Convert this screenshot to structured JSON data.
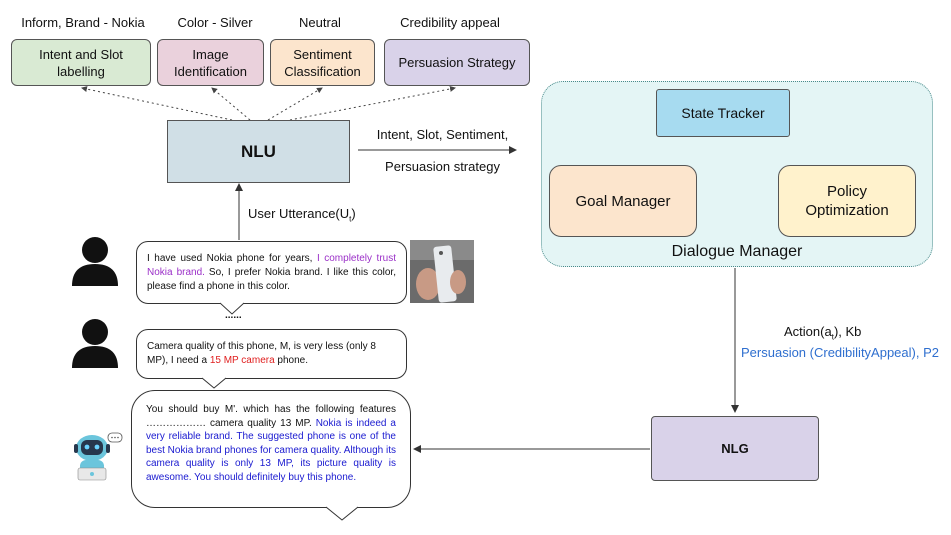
{
  "nlu_outputs": {
    "intent_label": "Inform, Brand - Nokia",
    "intent_box": "Intent and Slot labelling",
    "image_label": "Color - Silver",
    "image_box": "Image Identification",
    "sentiment_label": "Neutral",
    "sentiment_box": "Sentiment Classification",
    "persuasion_label": "Credibility appeal",
    "persuasion_box": "Persuasion Strategy"
  },
  "nlu": {
    "label": "NLU"
  },
  "nlu_to_dm": {
    "line1": "Intent, Slot, Sentiment,",
    "line2": "Persuasion strategy"
  },
  "user_utterance": {
    "text": "User Utterance(U",
    "subscript": "t",
    "suffix": ")"
  },
  "dialogue_manager": {
    "title": "Dialogue Manager",
    "state_tracker": "State Tracker",
    "goal_manager": "Goal Manager",
    "policy_optimization": "Policy Optimization"
  },
  "dm_to_nlg": {
    "action_text": "Action(a",
    "action_sub": "t",
    "action_suffix": "), Kb",
    "persuasion_text": "Persuasion (CredibilityAppeal), P2"
  },
  "nlg": {
    "label": "NLG"
  },
  "user_message_1": {
    "part1": "I have used Nokia phone for years, ",
    "highlight": "I completely trust Nokia brand.",
    "part2": " So, I prefer Nokia brand.  I like this color, please find a phone in this color."
  },
  "ellipsis": "......",
  "user_message_2": {
    "part1": "Camera quality of this phone, M,  is very less (only 8 MP), I need a ",
    "highlight": "15 MP camera",
    "part2": " phone."
  },
  "bot_message": {
    "part1": "You should buy M'. which has the following features ……………… camera quality 13 MP.  ",
    "highlight": "Nokia is indeed a very reliable brand. The suggested phone is one of the best Nokia brand phones for camera quality. Although its camera quality is only 13 MP, its picture quality is awesome. You should definitely buy this phone."
  },
  "colors": {
    "intent_box": "#d9ead3",
    "image_box": "#ead1dc",
    "sentiment_box": "#fce5cd",
    "persuasion_box": "#d9d2e9",
    "nlu_box": "#d0dfe6",
    "dm_panel": "#e4f5f5",
    "state_tracker": "#a7dbf0",
    "goal_manager": "#fce5cd",
    "policy_optimization": "#fff2cc",
    "nlg_box": "#d9d2e9",
    "double_arrow": "#5a1a78",
    "highlight_purple": "#9b30c8",
    "highlight_red": "#e02020",
    "highlight_blue": "#1a1ad0",
    "persuasion_text": "#2f6fcf"
  },
  "icons": [
    "user-avatar-icon",
    "phone-photo",
    "robot-icon"
  ]
}
